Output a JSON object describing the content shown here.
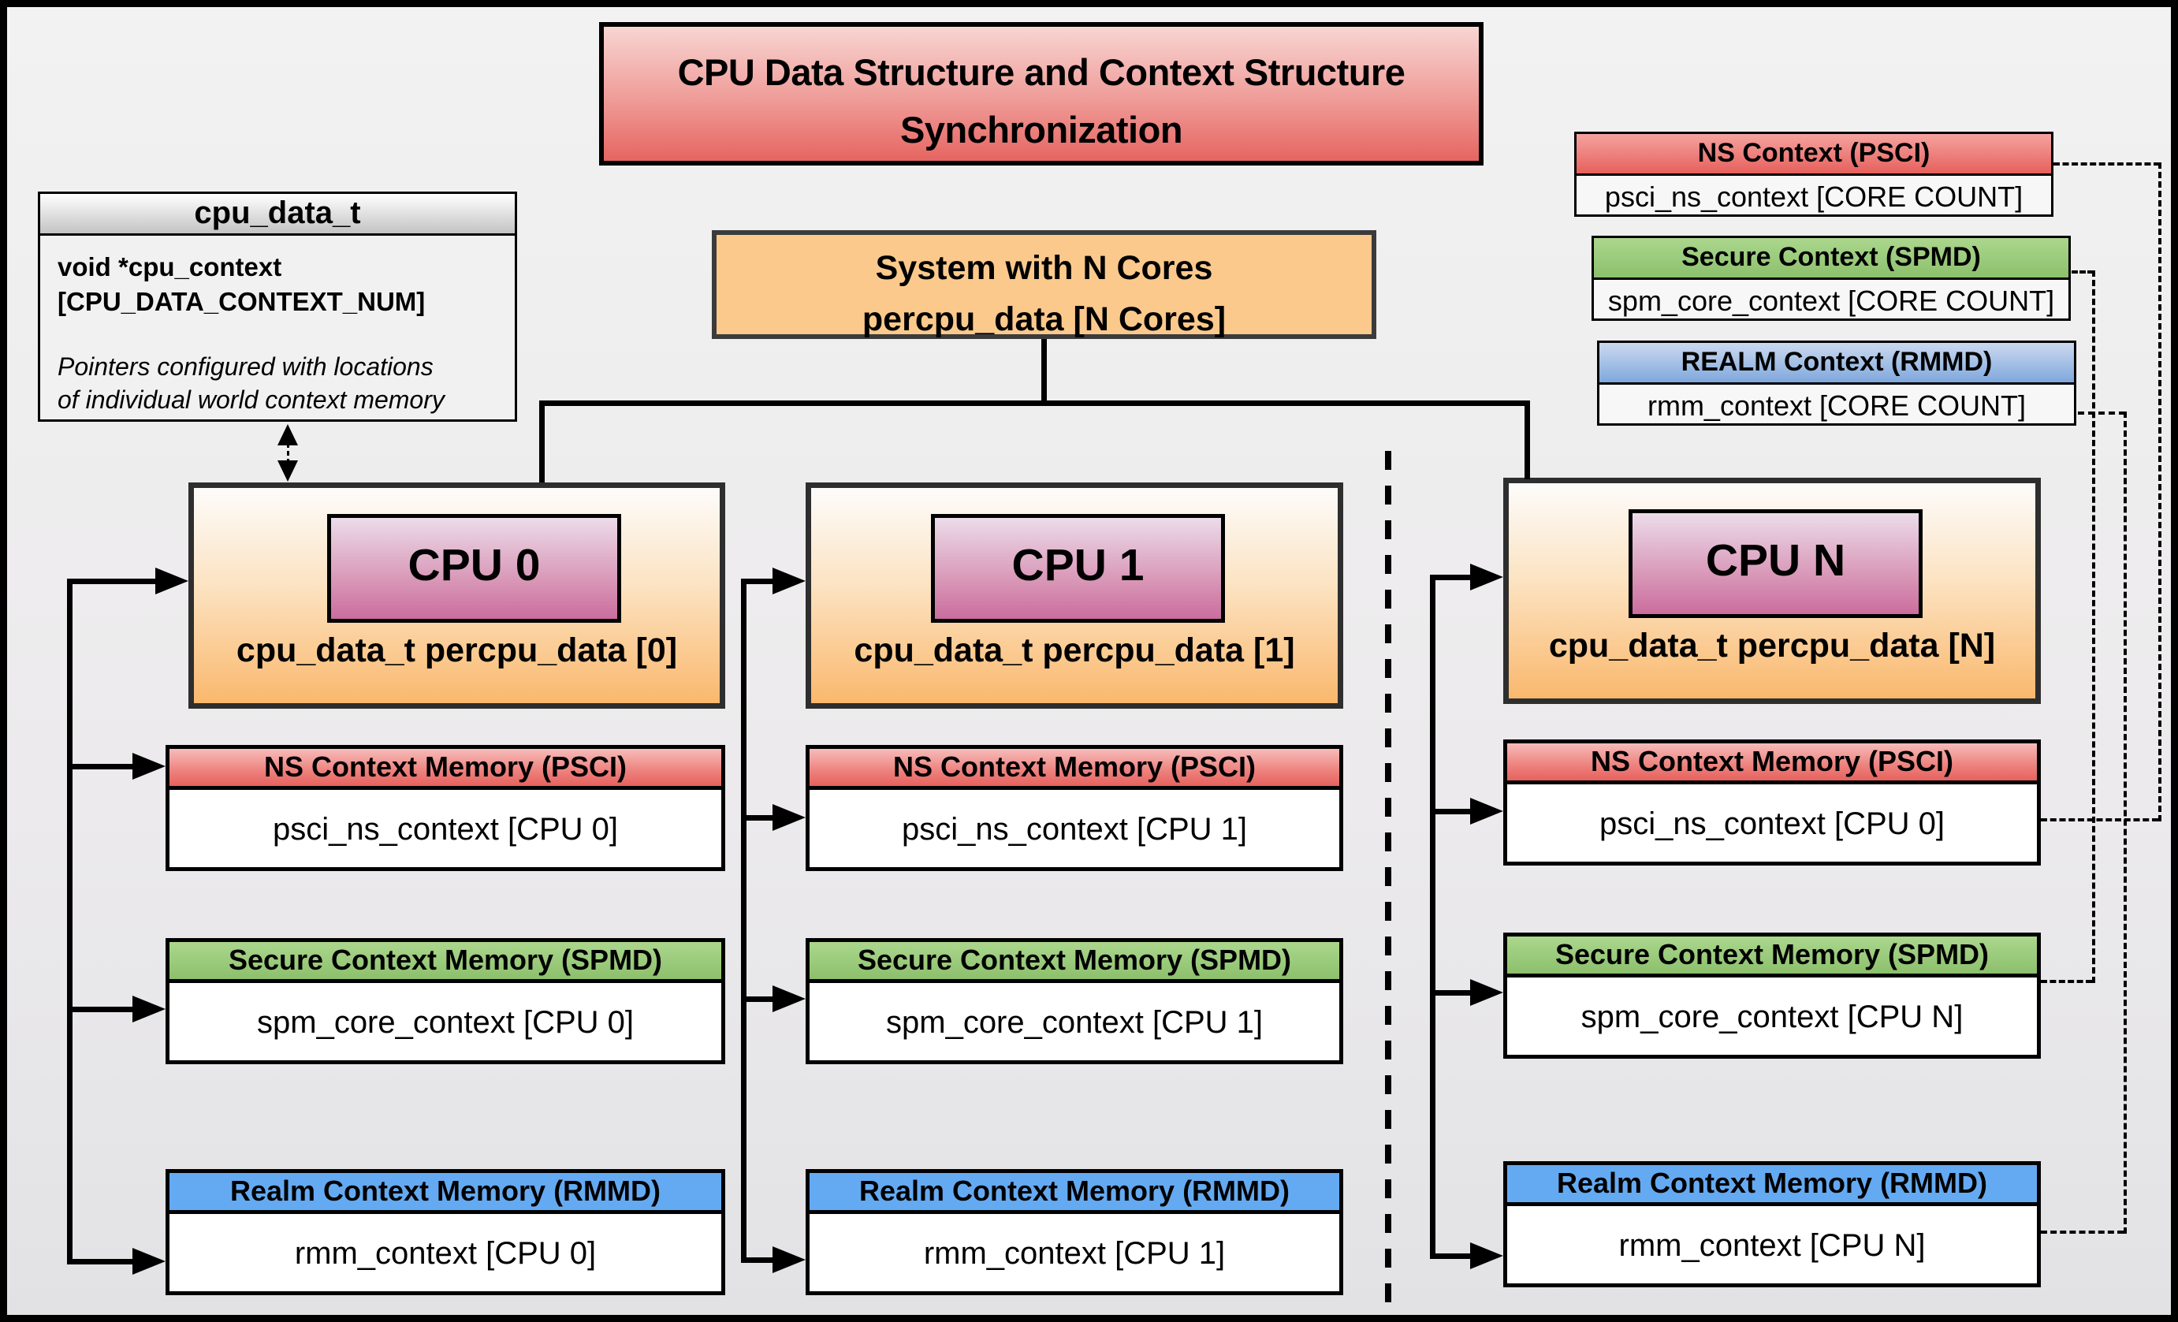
{
  "title": {
    "text_line1": "CPU Data Structure and Context Structure",
    "text_line2": "Synchronization"
  },
  "cpu_data_t": {
    "header": "cpu_data_t",
    "decl_line1": "void  *cpu_context",
    "decl_line2": "[CPU_DATA_CONTEXT_NUM]",
    "note_line1": "Pointers configured with locations",
    "note_line2": "of individual world context memory"
  },
  "system": {
    "line1": "System with N Cores",
    "line2": "percpu_data [N Cores]"
  },
  "legend": {
    "ns": {
      "header": "NS Context  (PSCI)",
      "body": "psci_ns_context [CORE COUNT]"
    },
    "secure": {
      "header": "Secure Context (SPMD)",
      "body": "spm_core_context [CORE COUNT]"
    },
    "realm": {
      "header": "REALM Context (RMMD)",
      "body": "rmm_context [CORE COUNT]"
    }
  },
  "cpus": [
    {
      "tag": "CPU 0",
      "data_label": "cpu_data_t percpu_data [0]",
      "ns_header": "NS Context Memory (PSCI)",
      "ns_body": "psci_ns_context [CPU 0]",
      "secure_header": "Secure Context Memory (SPMD)",
      "secure_body": "spm_core_context [CPU 0]",
      "realm_header": "Realm Context Memory (RMMD)",
      "realm_body": "rmm_context [CPU 0]"
    },
    {
      "tag": "CPU 1",
      "data_label": "cpu_data_t percpu_data [1]",
      "ns_header": "NS Context Memory (PSCI)",
      "ns_body": "psci_ns_context [CPU 1]",
      "secure_header": "Secure Context Memory (SPMD)",
      "secure_body": "spm_core_context [CPU 1]",
      "realm_header": "Realm Context Memory (RMMD)",
      "realm_body": "rmm_context [CPU 1]"
    },
    {
      "tag": "CPU N",
      "data_label": "cpu_data_t percpu_data [N]",
      "ns_header": "NS Context Memory (PSCI)",
      "ns_body": "psci_ns_context [CPU 0]",
      "secure_header": "Secure Context Memory (SPMD)",
      "secure_body": "spm_core_context [CPU N]",
      "realm_header": "Realm Context Memory (RMMD)",
      "realm_body": "rmm_context [CPU N]"
    }
  ],
  "colors": {
    "title_red": "#e6625e",
    "system_orange": "#fbc98c",
    "cpu_box_orange": "#fab86d",
    "cpu_tag_pink": "#cb6d9e",
    "ns_red": "#e6625e",
    "secure_green": "#8cc06c",
    "realm_blue": "#64aaf2",
    "legend_realm_blue": "#7fa8dd",
    "struct_header_gray": "#c3c3c3"
  }
}
